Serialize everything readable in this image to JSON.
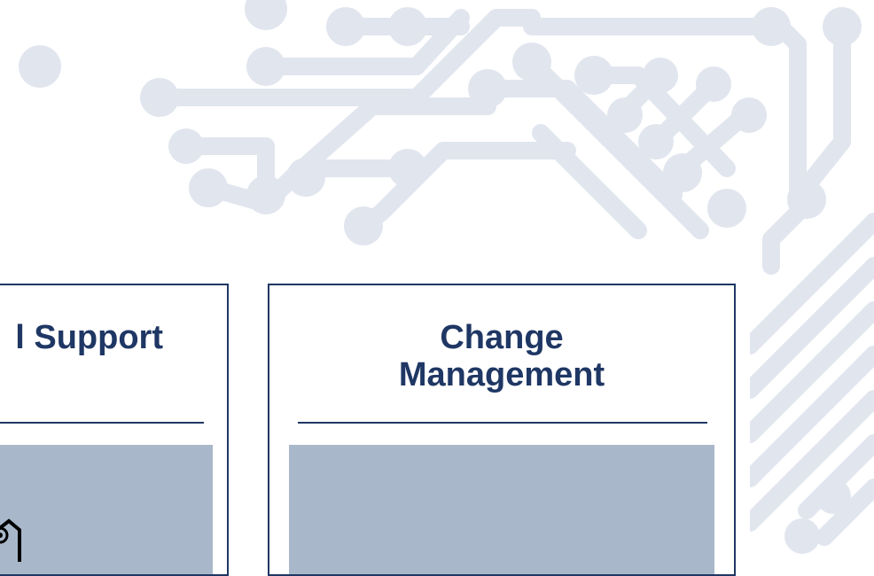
{
  "palette": {
    "navy": "#1f3764",
    "panel": "#a9b7ca",
    "circuit": "#e1e5ee"
  },
  "cards": [
    {
      "title_line1": "l Support",
      "title_line2": ""
    },
    {
      "title_line1": "Change",
      "title_line2": "Management"
    }
  ],
  "icons": {
    "left_panel_icon": "document-gear-icon"
  }
}
